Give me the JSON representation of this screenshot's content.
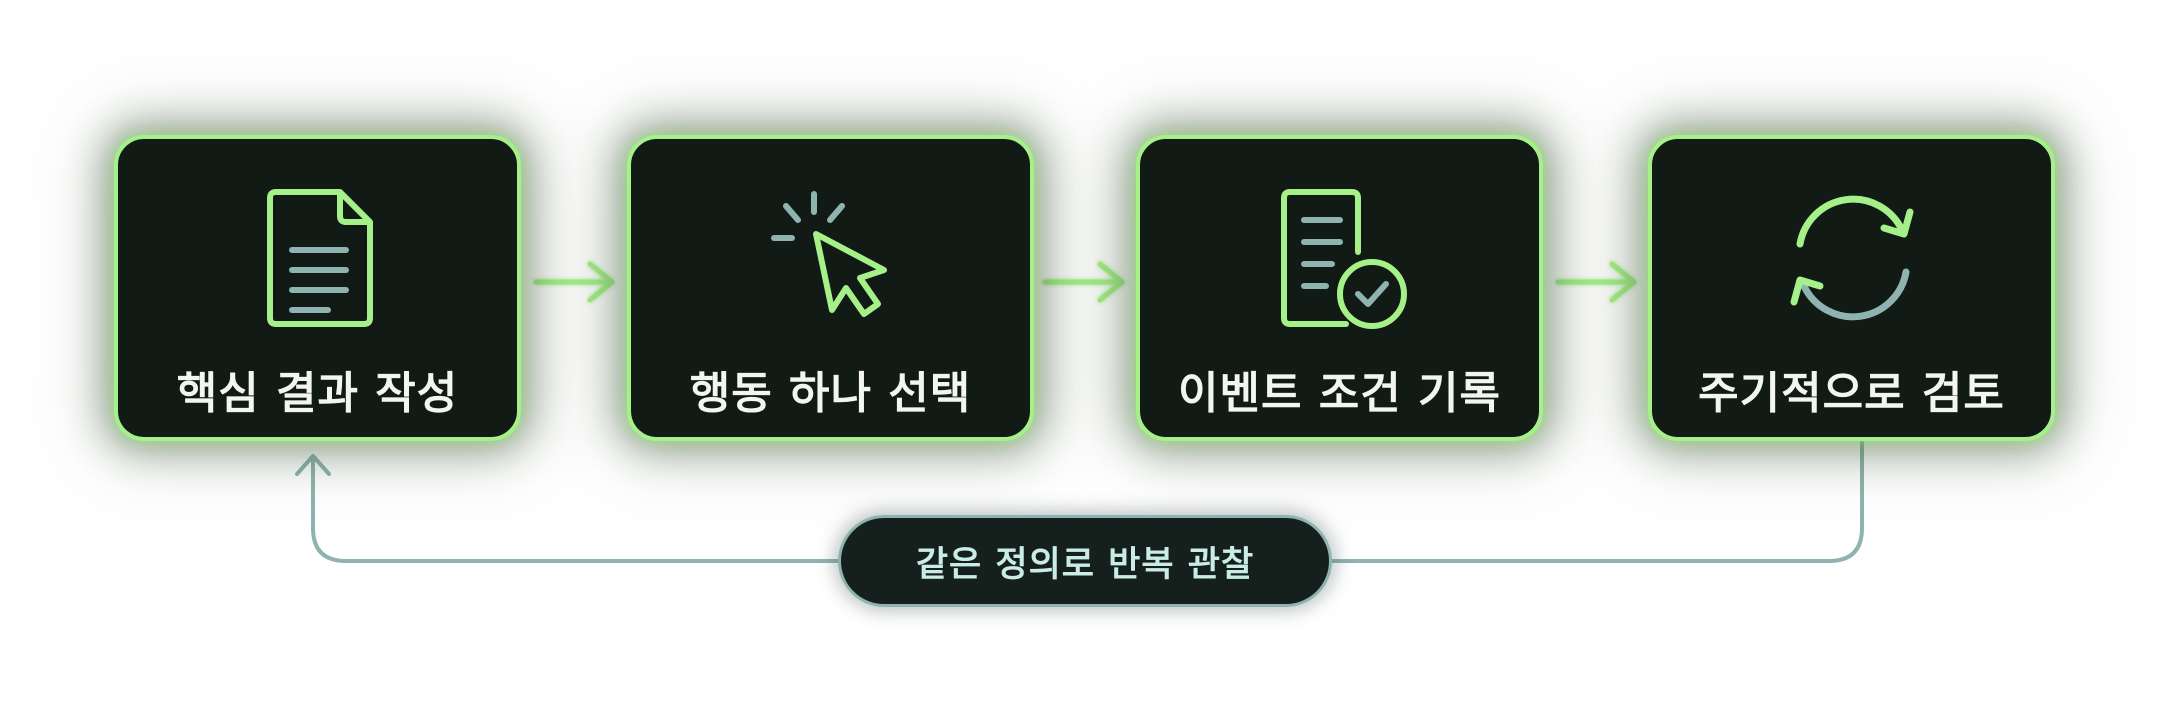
{
  "steps": [
    {
      "label": "핵심 결과 작성",
      "icon": "document-icon"
    },
    {
      "label": "행동 하나 선택",
      "icon": "click-cursor-icon"
    },
    {
      "label": "이벤트 조건 기록",
      "icon": "document-check-icon"
    },
    {
      "label": "주기적으로 검토",
      "icon": "refresh-cycle-icon"
    }
  ],
  "loop": {
    "label": "같은 정의로 반복 관찰"
  },
  "colors": {
    "box_fill": "#111a14",
    "box_border": "#a6f08a",
    "arrow_green": "#a6f08a",
    "loop_line": "#8fb3b0",
    "icon_teal": "#8fb3b0",
    "label_text": "#f3f5f0",
    "loop_text": "#c9ece6"
  }
}
